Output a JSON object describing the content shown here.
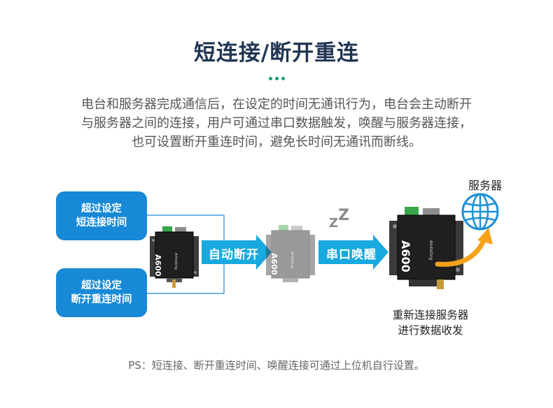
{
  "title": "短连接/断开重连",
  "description": [
    "电台和服务器完成通信后，在设定的时间无通讯行为，电台会主动断开",
    "与服务器之间的连接，用户可通过串口数据触发，唤醒与服务器连接，",
    "也可设置断开重连时间，避免长时间无通讯而断线。"
  ],
  "bubbles": {
    "short": [
      "超过设定",
      "短连接时间"
    ],
    "reconnect": [
      "超过设定",
      "断开重连时间"
    ]
  },
  "arrows": {
    "disconnect": "自动断开",
    "wake": "串口唤醒"
  },
  "device": {
    "model": "A600",
    "brand": "Amtelling"
  },
  "sleep_symbol": [
    "Z",
    "Z"
  ],
  "server": {
    "label": "服务器",
    "icon": "globe-icon"
  },
  "caption": [
    "重新连接服务器",
    "进行数据收发"
  ],
  "footnote": "PS：短连接、断开重连时间、唤醒连接可通过上位机自行设置。",
  "colors": {
    "title": "#1f3552",
    "bubble": "#1789d6",
    "arrow": "#18a9df",
    "accent_green": "#1a9e6e",
    "return_arrow": "#f5a21b",
    "globe": "#1a8fd6"
  }
}
